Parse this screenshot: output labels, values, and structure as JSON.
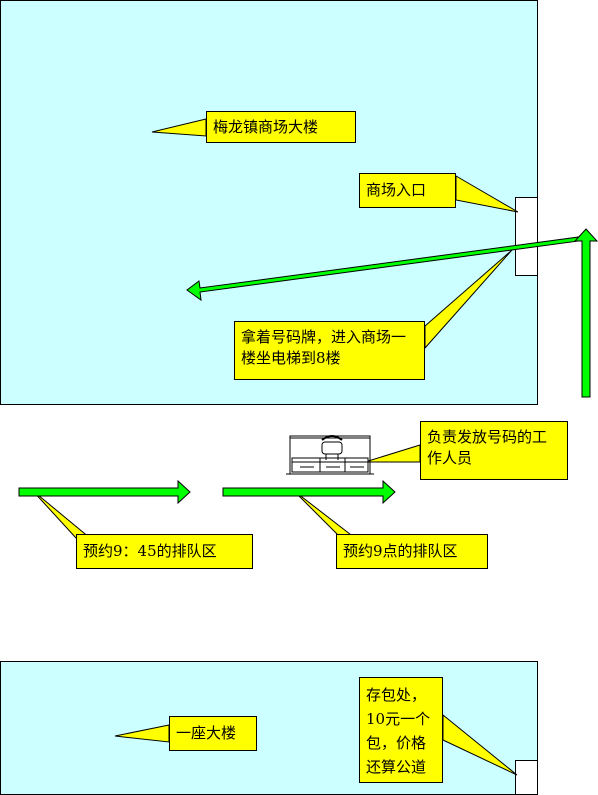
{
  "colors": {
    "building_fill": "#ccffff",
    "callout_fill": "#ffff00",
    "arrow_green": "#00ff00"
  },
  "callouts": {
    "mall_building": "梅龙镇商场大楼",
    "mall_entrance": "商场入口",
    "enter_mall": "拿着号码牌，进入商场一楼坐电梯到8楼",
    "staff": "负责发放号码的工作人员",
    "queue_945": "预约9：45的排队区",
    "queue_9": "预约9点的排队区",
    "tower_building": "一座大楼",
    "bag_storage": "存包处，10元一个包，价格还算公道"
  },
  "icons": {
    "staff_desk": "desk-with-chair-icon"
  }
}
